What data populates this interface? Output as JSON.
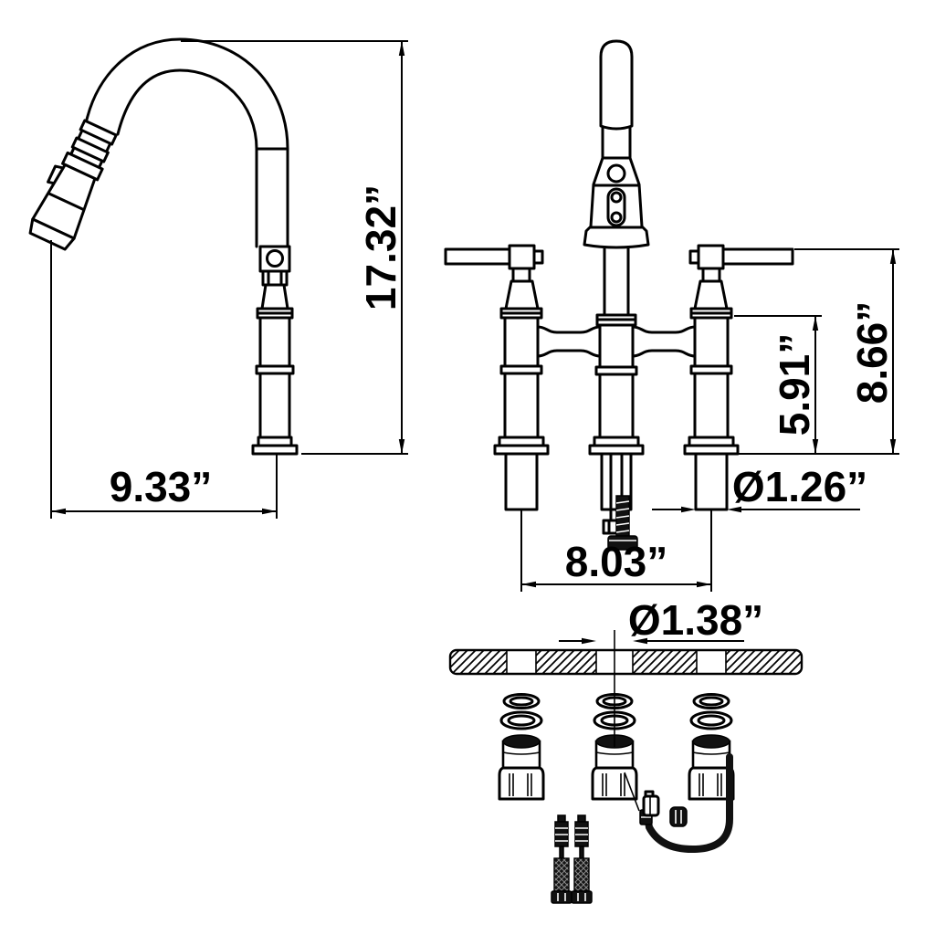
{
  "page": {
    "background": "#ffffff",
    "line_color": "#000000",
    "description": "Technical dimension drawing of a pull-down bridge kitchen faucet with installation hardware"
  },
  "drawing": {
    "views": {
      "side_view": "pull-down faucet side profile",
      "front_view": "bridge faucet front elevation with two lever handles",
      "installation_view": "countertop cross-section with mounting hardware"
    },
    "dimensions": {
      "overall_height": "17.32”",
      "spout_reach": "9.33”",
      "handle_height": "8.66”",
      "bridge_height": "5.91”",
      "shank_diameter": "Ø1.26”",
      "hole_spacing": "8.03”",
      "hole_diameter": "Ø1.38”"
    },
    "hardware": {
      "o_rings": "rubber washers",
      "mounting_nuts": "knurled mounting nuts",
      "supply_hoses": "braided supply hoses",
      "hook_hose": "pull-down hose with weight fittings"
    }
  }
}
